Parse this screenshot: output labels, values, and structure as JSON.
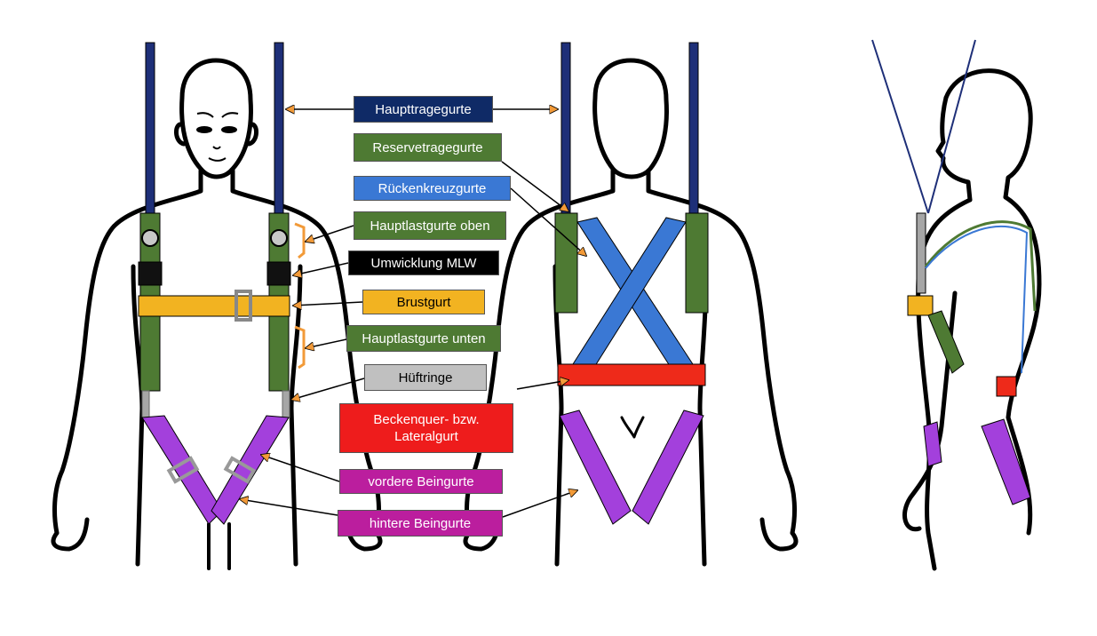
{
  "labels": [
    {
      "key": "haupttragegurte",
      "text": "Haupttragegurte",
      "bg": "#0f2a66",
      "fg": "#ffffff"
    },
    {
      "key": "reservetragegurte",
      "text": "Reservetragegurte",
      "bg": "#4e7a33",
      "fg": "#ffffff"
    },
    {
      "key": "rueckenkreuzgurte",
      "text": "Rückenkreuzgurte",
      "bg": "#3a78d4",
      "fg": "#ffffff"
    },
    {
      "key": "hauptlastgurte_oben",
      "text": "Hauptlastgurte oben",
      "bg": "#4e7a33",
      "fg": "#ffffff"
    },
    {
      "key": "umwicklung_mlw",
      "text": "Umwicklung MLW",
      "bg": "#000000",
      "fg": "#ffffff"
    },
    {
      "key": "brustgurt",
      "text": "Brustgurt",
      "bg": "#f2b321",
      "fg": "#000000"
    },
    {
      "key": "hauptlastgurte_unten",
      "text": "Hauptlastgurte unten",
      "bg": "#4e7a33",
      "fg": "#ffffff"
    },
    {
      "key": "hueftringe",
      "text": "Hüftringe",
      "bg": "#c0c0c0",
      "fg": "#000000"
    },
    {
      "key": "beckenquer",
      "text": "Beckenquer- bzw.\nLateralgurt",
      "bg": "#ee1c1c",
      "fg": "#ffffff"
    },
    {
      "key": "vordere_beingurte",
      "text": "vordere Beingurte",
      "bg": "#bb1e9e",
      "fg": "#ffffff"
    },
    {
      "key": "hintere_beingurte",
      "text": "hintere Beingurte",
      "bg": "#bb1e9e",
      "fg": "#ffffff"
    }
  ],
  "colors": {
    "main_riser": "#1e2f78",
    "main_lift": "#4e7a33",
    "back_cross": "#3a78d4",
    "chest_strap": "#f2b321",
    "lateral_strap": "#ee2a1a",
    "leg_strap": "#a340dc",
    "hip_ring": "#a6a6a6",
    "arrow": "#f29a38",
    "outline": "#000000"
  },
  "icons": [
    "carabiner-icon",
    "buckle-icon",
    "arrow-icon"
  ]
}
